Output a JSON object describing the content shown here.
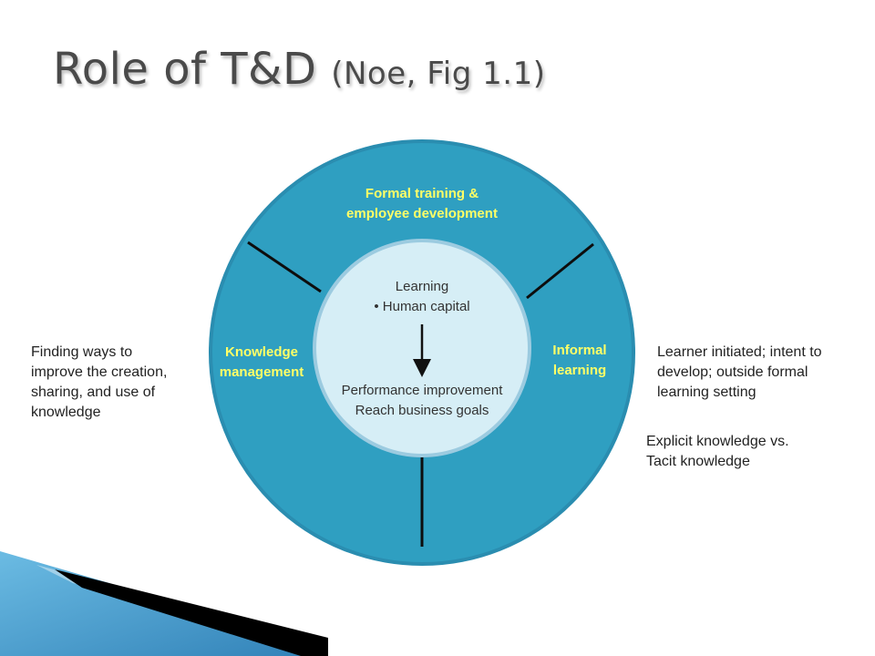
{
  "title": {
    "main": "Role of T&D",
    "sub": "(Noe, Fig 1.1)"
  },
  "colors": {
    "ring": "#2f9fc1",
    "ring_edge": "#2a8db0",
    "core": "#d6eef6",
    "core_edge": "#9ccbe0",
    "segment_label": "#ffff66",
    "divider": "#0d0d0d",
    "corner_accent": "#1f86bd"
  },
  "diagram": {
    "segments": {
      "top_line1": "Formal training &",
      "top_line2": "employee development",
      "left_line1": "Knowledge",
      "left_line2": "management",
      "right_line1": "Informal",
      "right_line2": "learning"
    },
    "core": {
      "line1": "Learning",
      "line2": "• Human capital",
      "line3": "Performance improvement",
      "line4": "Reach business goals"
    }
  },
  "notes": {
    "left_line1": "Finding ways to",
    "left_line2": "improve the creation,",
    "left_line3": "sharing, and use of",
    "left_line4": "knowledge",
    "right_top_line1": "Learner initiated; intent to",
    "right_top_line2": "develop; outside formal",
    "right_top_line3": "learning setting",
    "right_bottom_line1": "Explicit knowledge vs.",
    "right_bottom_line2": "Tacit knowledge"
  }
}
